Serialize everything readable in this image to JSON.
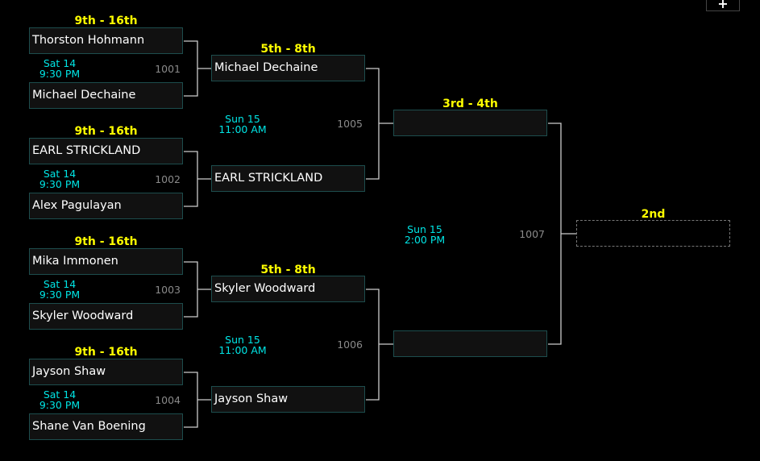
{
  "round1": [
    {
      "heading": "9th - 16th",
      "top": "Thorston Hohmann",
      "bottom": "Michael Dechaine",
      "day": "Sat 14",
      "time": "9:30 PM",
      "match": "1001"
    },
    {
      "heading": "9th - 16th",
      "top": "EARL STRICKLAND",
      "bottom": "Alex Pagulayan",
      "day": "Sat 14",
      "time": "9:30 PM",
      "match": "1002"
    },
    {
      "heading": "9th - 16th",
      "top": "Mika Immonen",
      "bottom": "Skyler Woodward",
      "day": "Sat 14",
      "time": "9:30 PM",
      "match": "1003"
    },
    {
      "heading": "9th - 16th",
      "top": "Jayson Shaw",
      "bottom": "Shane Van Boening",
      "day": "Sat 14",
      "time": "9:30 PM",
      "match": "1004"
    }
  ],
  "round2": [
    {
      "heading": "5th - 8th",
      "player": "Michael Dechaine"
    },
    {
      "heading": "5th - 8th",
      "player": "EARL STRICKLAND"
    },
    {
      "heading": "5th - 8th",
      "player": "Skyler Woodward"
    },
    {
      "heading": "5th - 8th",
      "player": "Jayson Shaw"
    }
  ],
  "round2_matches": [
    {
      "day": "Sun 15",
      "time": "11:00 AM",
      "match": "1005"
    },
    {
      "day": "Sun 15",
      "time": "11:00 AM",
      "match": "1006"
    }
  ],
  "round3": {
    "heading": "3rd - 4th",
    "day": "Sun 15",
    "time": "2:00 PM",
    "match": "1007"
  },
  "final": {
    "heading": "2nd"
  },
  "toolbar": {
    "plus": "+"
  }
}
